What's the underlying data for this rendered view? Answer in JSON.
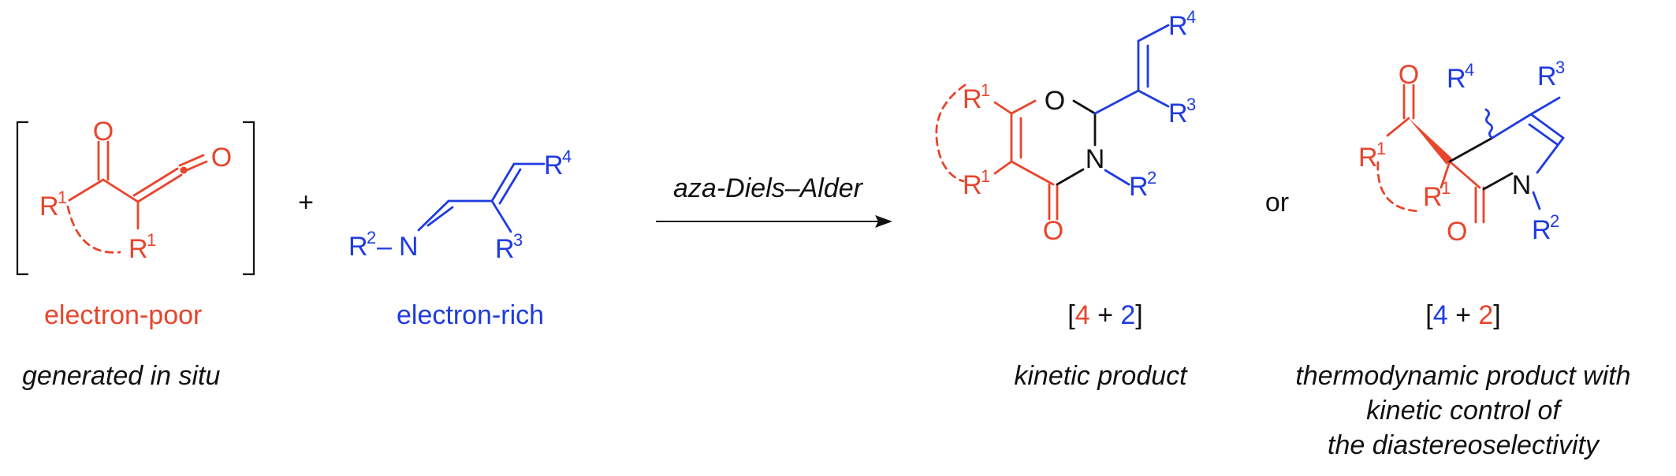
{
  "colors": {
    "red": "#E8452C",
    "blue": "#1F3BE0",
    "black": "#111111"
  },
  "scheme": {
    "plus": "+",
    "or": "or",
    "arrow_label": "aza-Diels–Alder",
    "atoms": {
      "O": "O",
      "N": "N",
      "R": "R",
      "sup_1": "1",
      "sup_2": "2",
      "sup_3": "3",
      "sup_4": "4",
      "R2_dash": "R²–N"
    },
    "bracket_term": {
      "label": "electron-poor",
      "caption": "generated in situ"
    },
    "azadiene": {
      "label": "electron-rich"
    },
    "kinetic": {
      "ratio_open": "[",
      "ratio_a": "4",
      "ratio_plus": " + ",
      "ratio_b": "2",
      "ratio_close": "]",
      "caption": "kinetic product"
    },
    "thermo": {
      "ratio_open": "[",
      "ratio_a": "4",
      "ratio_plus": " + ",
      "ratio_b": "2",
      "ratio_close": "]",
      "caption_lines": [
        "thermodynamic product with",
        "kinetic control of",
        "the diastereoselectivity"
      ]
    }
  }
}
